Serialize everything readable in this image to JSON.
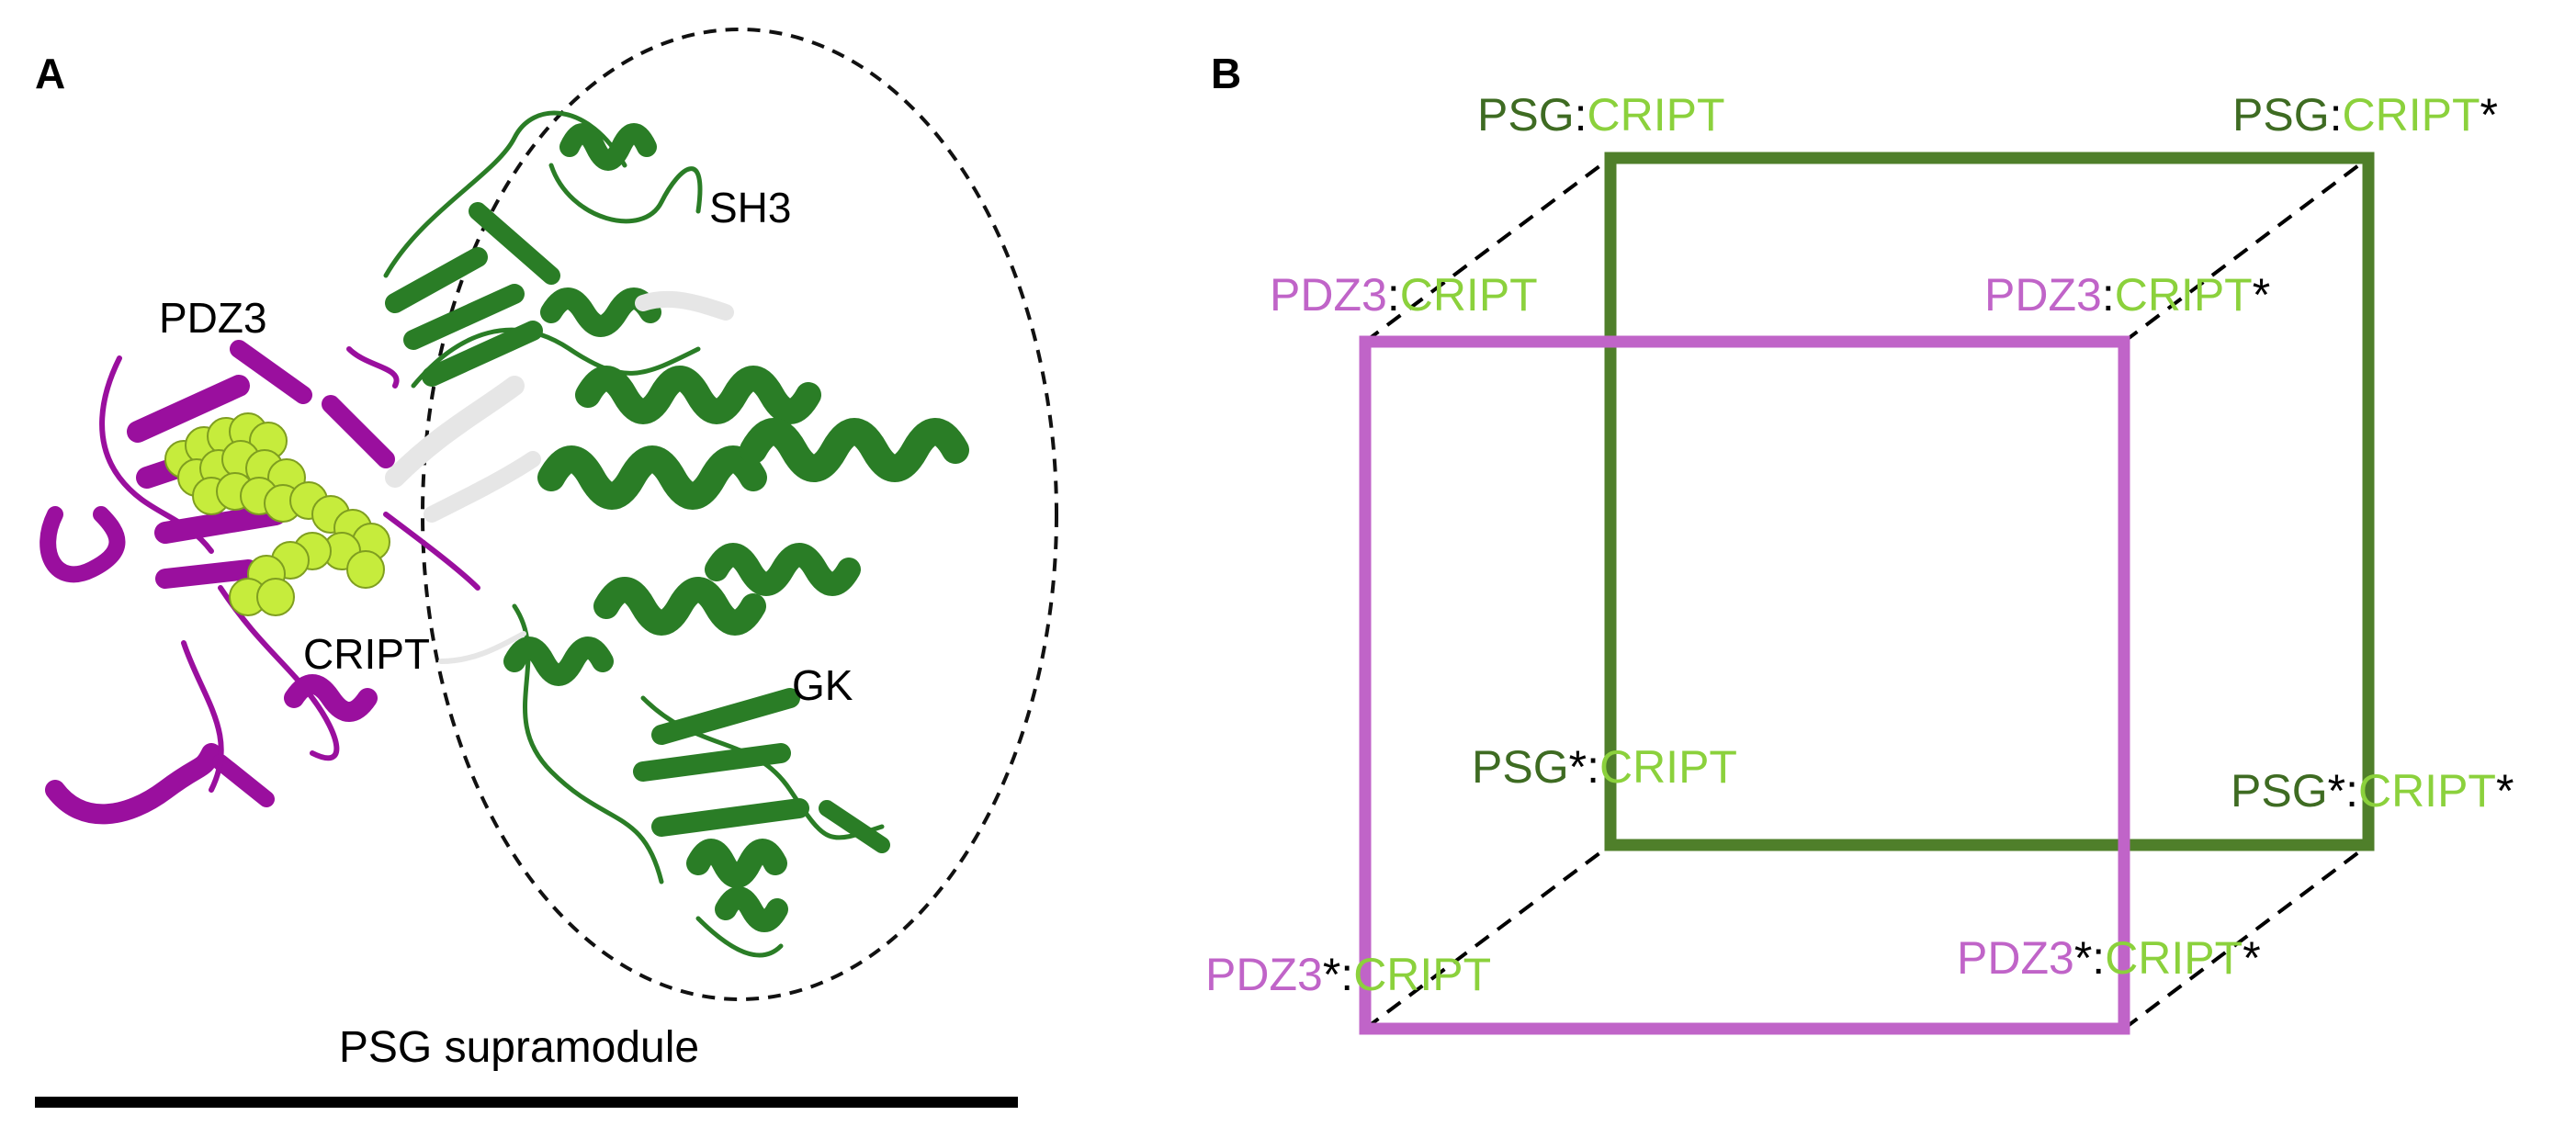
{
  "panels": {
    "a": {
      "panel_label": "A",
      "labels": {
        "pdz3": "PDZ3",
        "sh3": "SH3",
        "gk": "GK",
        "cript": "CRIPT"
      },
      "caption": "PSG supramodule",
      "colors": {
        "pdz3": "#9a0f9e",
        "sh3_gk": "#2a7d26",
        "linker": "#e6e6e6",
        "cript_spheres": "#c6ec3c"
      }
    },
    "b": {
      "panel_label": "B",
      "colon": ":",
      "star": "*",
      "colors": {
        "psg": "#3e6b22",
        "pdz3": "#c064c8",
        "cript": "#8bd13c",
        "black": "#000000",
        "green_square": "#4f7f2a",
        "purple_square": "#c064c8"
      },
      "corners": {
        "back_tl": {
          "left": "PSG",
          "right": "CRIPT"
        },
        "back_tr": {
          "left": "PSG",
          "right": "CRIPT"
        },
        "back_bl": {
          "left": "PSG",
          "right": "CRIPT"
        },
        "back_br": {
          "left": "PSG",
          "right": "CRIPT"
        },
        "front_tl": {
          "left": "PDZ3",
          "right": "CRIPT"
        },
        "front_tr": {
          "left": "PDZ3",
          "right": "CRIPT"
        },
        "front_bl": {
          "left": "PDZ3",
          "right": "CRIPT"
        },
        "front_br": {
          "left": "PDZ3",
          "right": "CRIPT"
        }
      }
    }
  }
}
